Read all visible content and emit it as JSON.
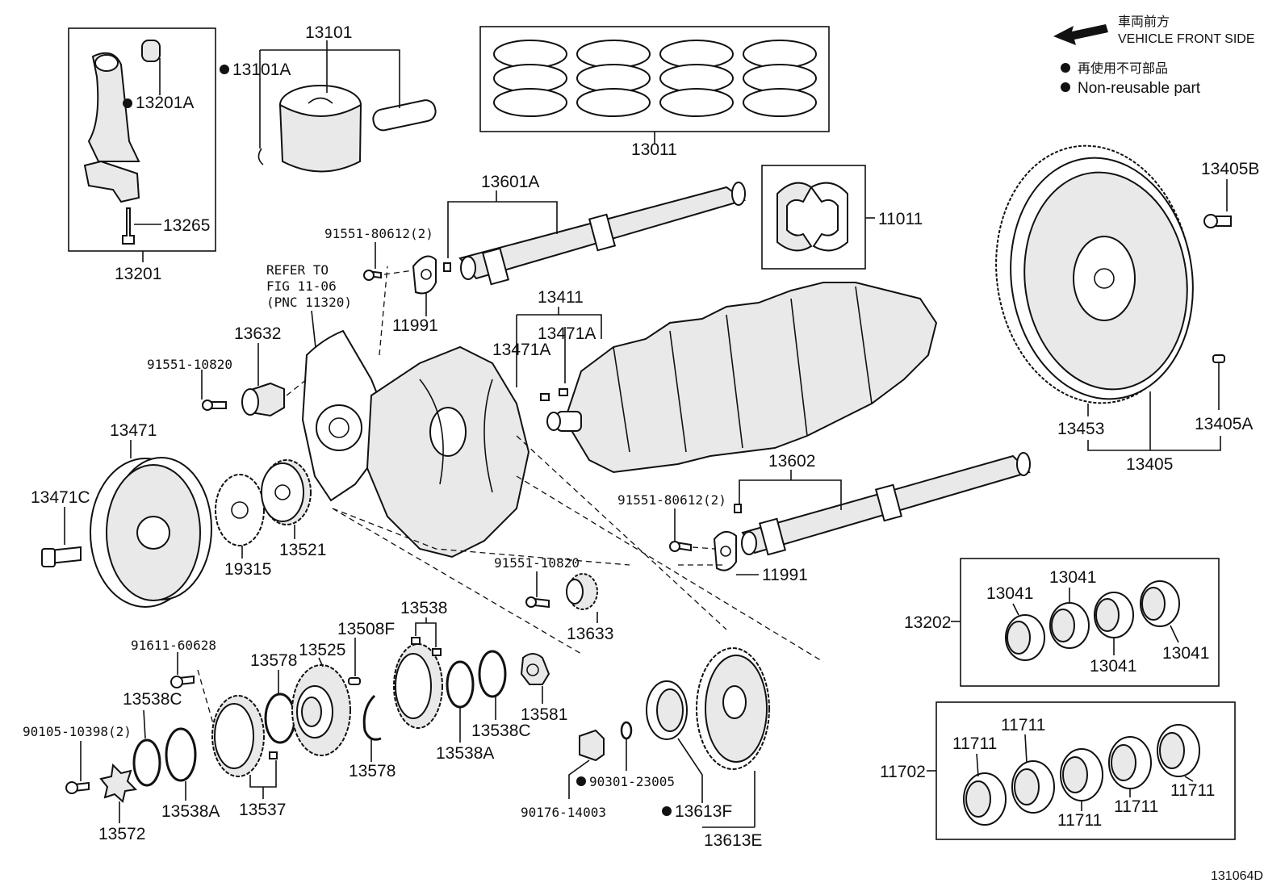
{
  "legend": {
    "front_jp": "車両前方",
    "front_en": "VEHICLE FRONT SIDE",
    "nonreuse_jp": "再使用不可部品",
    "nonreuse_en": "Non-reusable part"
  },
  "figure_id": "131064D",
  "refer_note": [
    "REFER TO",
    "FIG 11-06",
    "(PNC 11320)"
  ],
  "labels": {
    "p13101": "13101",
    "p13101A": "13101A",
    "p13201A": "13201A",
    "p13265": "13265",
    "p13201": "13201",
    "p13011": "13011",
    "p13601A": "13601A",
    "p91551_80612_top": "91551-80612(2)",
    "p11991_top": "11991",
    "p11011": "11011",
    "p13405B": "13405B",
    "p13632": "13632",
    "p91551_10820_left": "91551-10820",
    "p13411": "13411",
    "p13471A_a": "13471A",
    "p13471A_b": "13471A",
    "p13471": "13471",
    "p13471C": "13471C",
    "p19315": "19315",
    "p13521": "13521",
    "p13453": "13453",
    "p13405A": "13405A",
    "p13405": "13405",
    "p13602": "13602",
    "p91551_80612_mid": "91551-80612(2)",
    "p11991_mid": "11991",
    "p91551_10820_mid": "91551-10820",
    "p13633": "13633",
    "p13202": "13202",
    "p13041_a": "13041",
    "p13041_b": "13041",
    "p13041_c": "13041",
    "p13041_d": "13041",
    "p91611_60628": "91611-60628",
    "p13538": "13538",
    "p13508F": "13508F",
    "p13578_a": "13578",
    "p13525": "13525",
    "p13538C_a": "13538C",
    "p90105_10398": "90105-10398(2)",
    "p13578_b": "13578",
    "p13538A_a": "13538A",
    "p13538C_b": "13538C",
    "p13581": "13581",
    "p13538A_b": "13538A",
    "p13537": "13537",
    "p13572": "13572",
    "p90301_23005": "90301-23005",
    "p90176_14003": "90176-14003",
    "p13613F": "13613F",
    "p13613E": "13613E",
    "p11702": "11702",
    "p11711_a": "11711",
    "p11711_b": "11711",
    "p11711_c": "11711",
    "p11711_d": "11711",
    "p11711_e": "11711"
  }
}
